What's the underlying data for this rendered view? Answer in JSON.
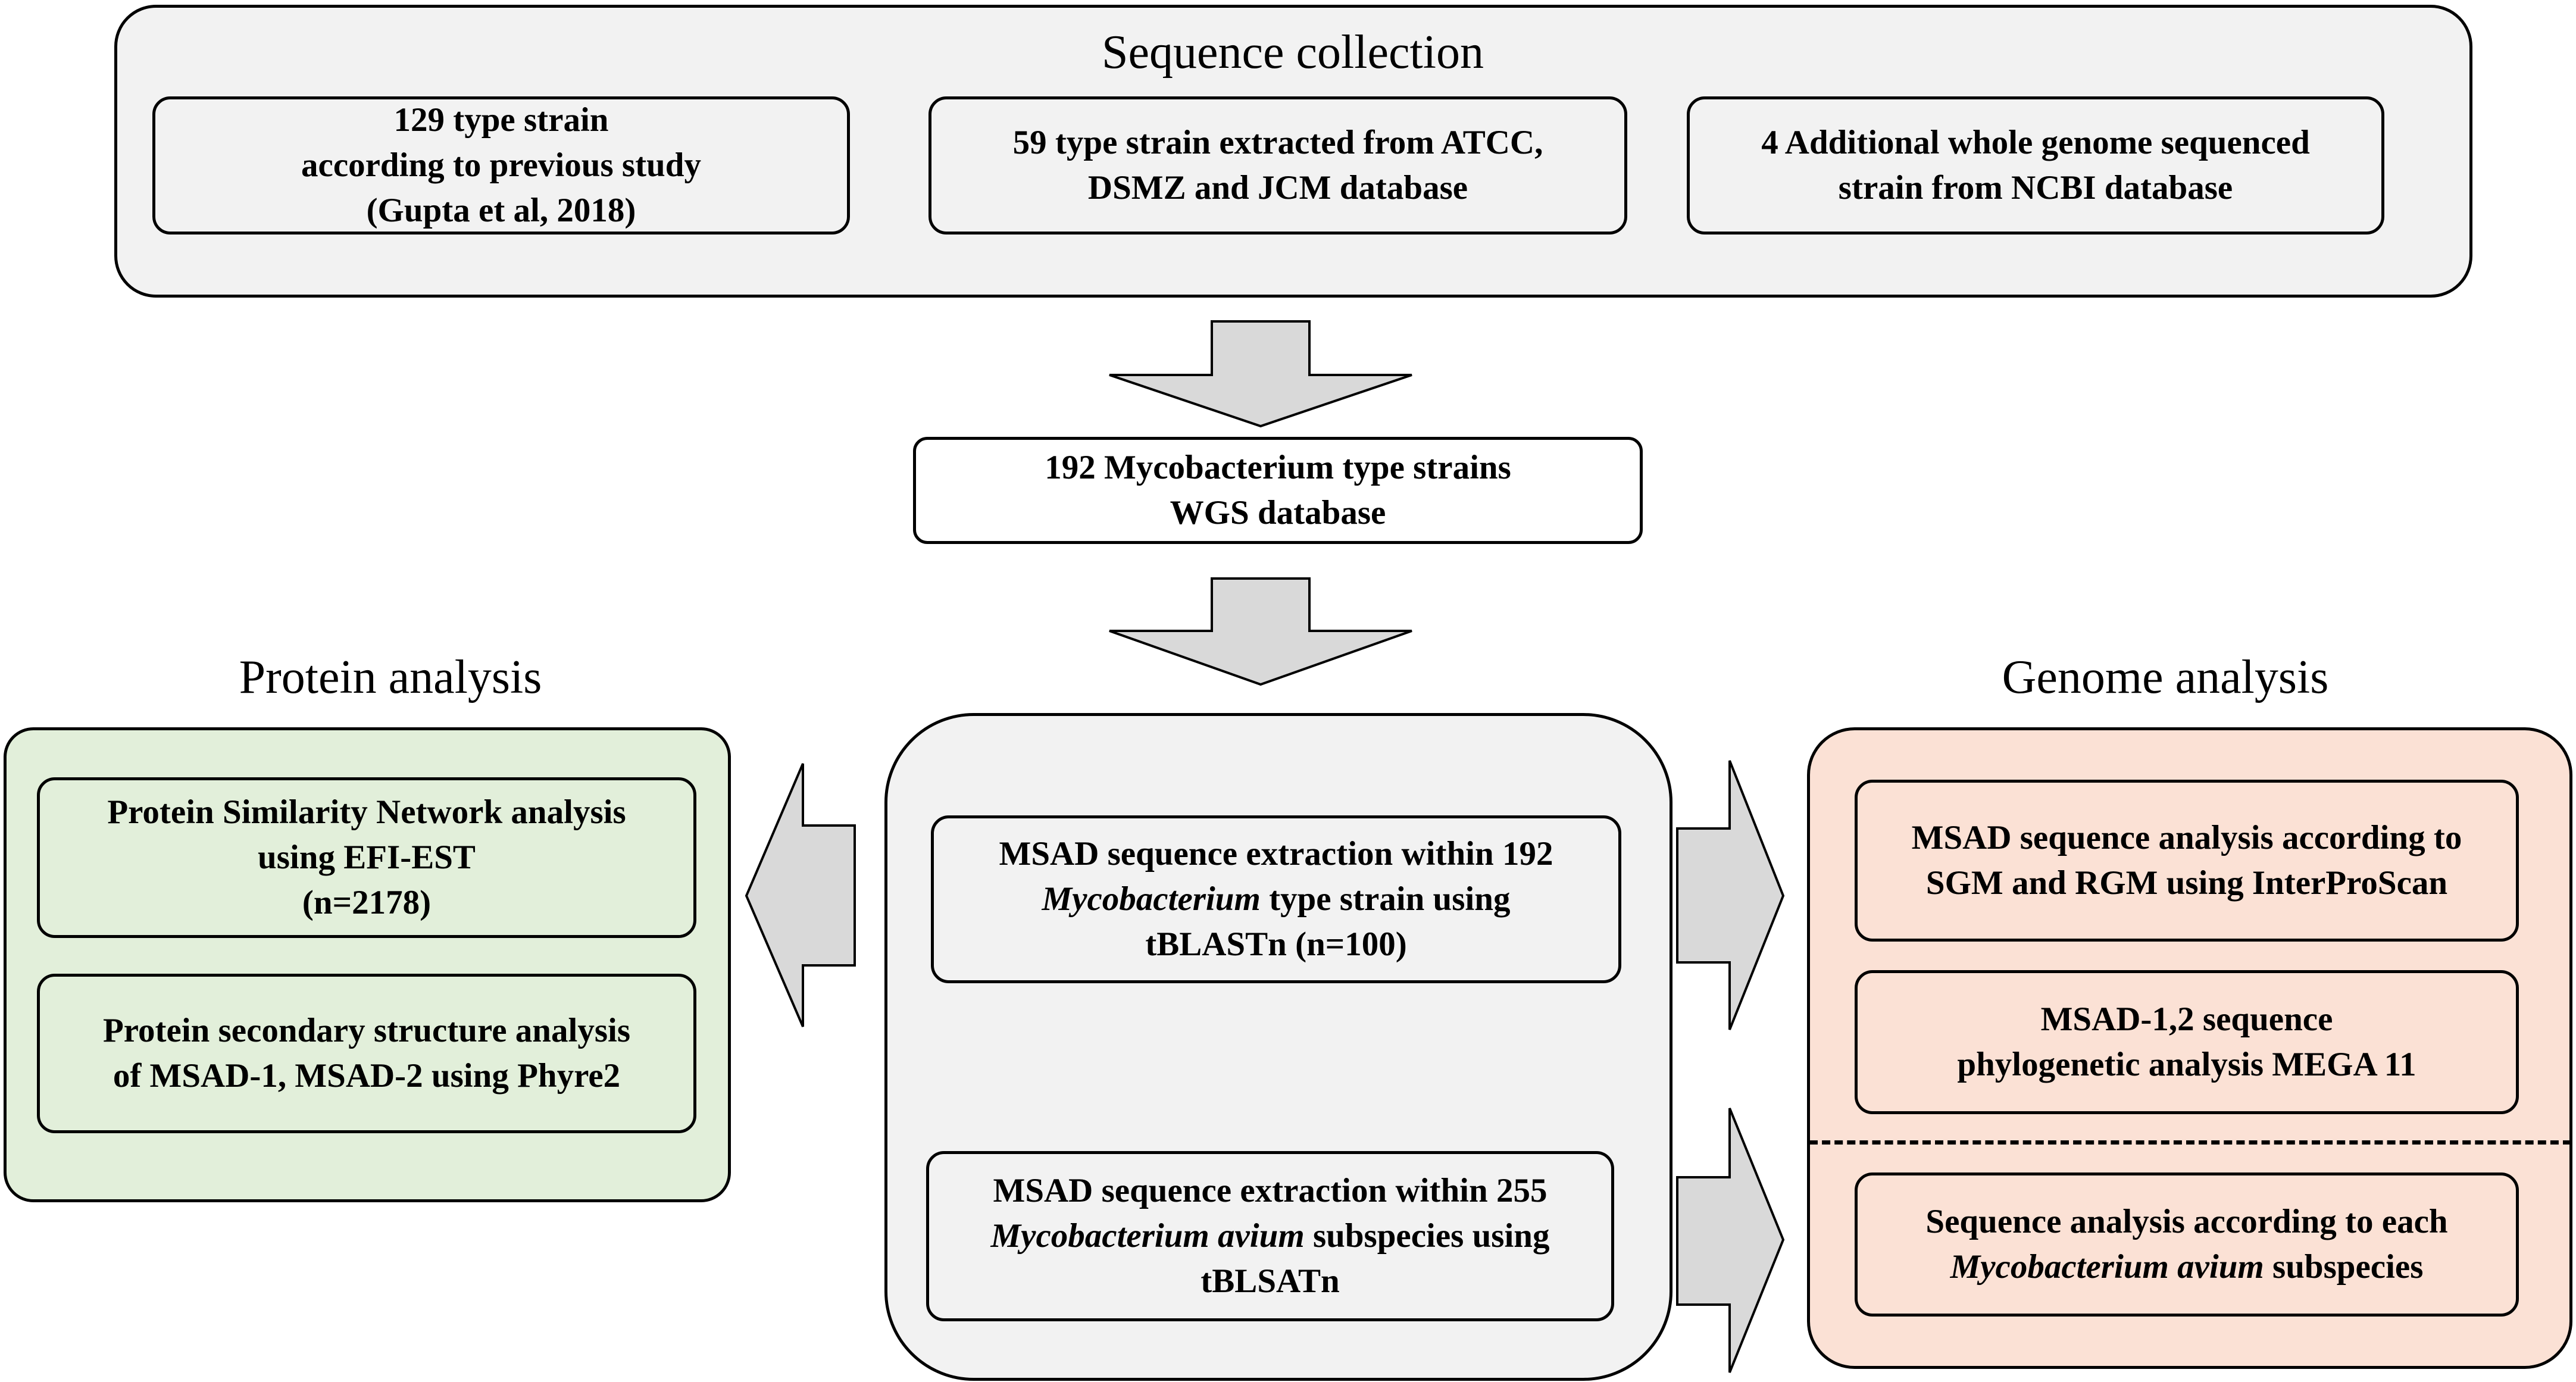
{
  "colors": {
    "panel_gray": "#f2f2f2",
    "box_gray": "#f2f2f2",
    "panel_green": "#e2efda",
    "panel_peach": "#fbe1d5",
    "arrow_fill": "#d9d9d9",
    "border": "#000000"
  },
  "sequence_collection": {
    "title": "Sequence collection",
    "boxes": [
      {
        "lines": [
          "129 type strain",
          "according to previous study",
          "(Gupta et al, 2018)"
        ]
      },
      {
        "lines": [
          "59 type strain extracted from ATCC,",
          "DSMZ and JCM database"
        ]
      },
      {
        "lines": [
          "4 Additional whole genome sequenced",
          "strain from NCBI database"
        ]
      }
    ]
  },
  "wgs_database": {
    "lines": [
      "192 Mycobacterium type strains",
      "WGS database"
    ]
  },
  "protein_analysis": {
    "title": "Protein analysis",
    "boxes": [
      {
        "lines": [
          "Protein Similarity  Network analysis",
          "using EFI-EST",
          "(n=2178)"
        ]
      },
      {
        "lines": [
          "Protein secondary structure  analysis",
          "of MSAD-1, MSAD-2 using Phyre2"
        ]
      }
    ]
  },
  "center": {
    "box1": {
      "line1": "MSAD sequence extraction within 192",
      "line2_italic": "Mycobacterium",
      "line2_rest": " type strain using",
      "line3": "tBLASTn (n=100)"
    },
    "box2": {
      "line1": "MSAD sequence extraction within 255",
      "line2_italic": "Mycobacterium avium",
      "line2_rest": " subspecies using",
      "line3": "tBLSATn"
    }
  },
  "genome_analysis": {
    "title": "Genome analysis",
    "box1": {
      "lines": [
        "MSAD sequence analysis according to",
        "SGM and RGM using InterProScan"
      ]
    },
    "box2": {
      "lines": [
        "MSAD-1,2 sequence",
        "phylogenetic analysis MEGA 11"
      ]
    },
    "box3": {
      "line1": "Sequence analysis according to each",
      "line2_italic": "Mycobacterium avium",
      "line2_rest": " subspecies"
    }
  }
}
